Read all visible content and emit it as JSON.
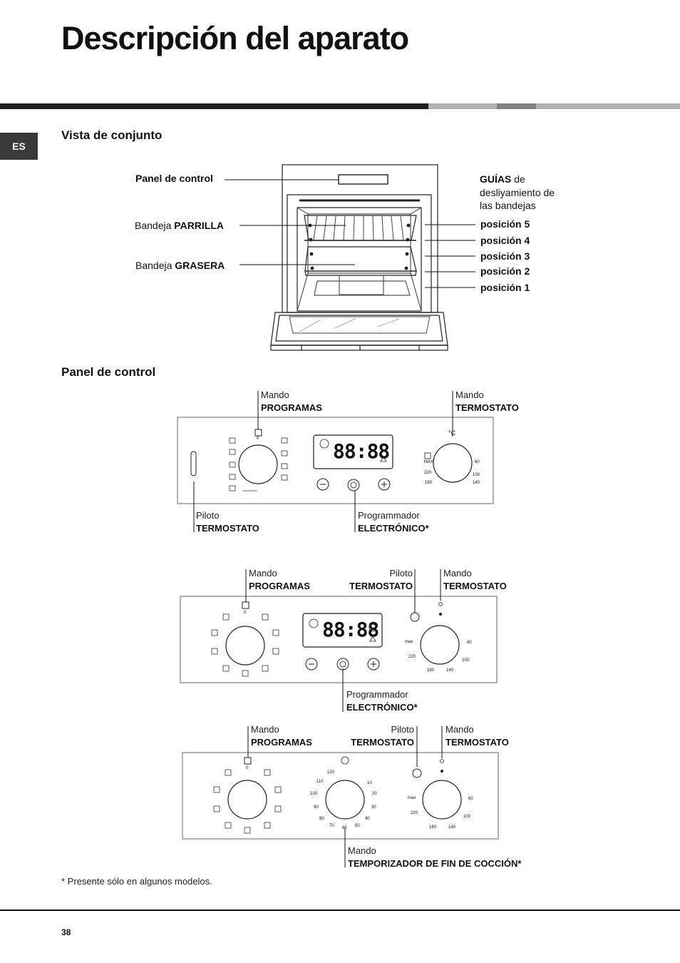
{
  "page_title": "Descripción del aparato",
  "language_tab": "ES",
  "overview": {
    "heading": "Vista de conjunto",
    "control_panel_label": "Panel de control",
    "rack_prefix": "Bandeja ",
    "rack_name": "PARRILLA",
    "drip_prefix": "Bandeja ",
    "drip_name": "GRASERA",
    "guides_bold": "GUÍAS",
    "guides_rest": " de",
    "guides_line2": "desliyamiento de",
    "guides_line3": "las bandejas",
    "positions": [
      "posición 5",
      "posición 4",
      "posición 3",
      "posición 2",
      "posición 1"
    ]
  },
  "panel_section": {
    "heading": "Panel de control",
    "panel1": {
      "prog_knob_l1": "Mando",
      "prog_knob_l2": "PROGRAMAS",
      "thermo_knob_l1": "Mando",
      "thermo_knob_l2": "TERMOSTATO",
      "pilot_l1": "Piloto",
      "pilot_l2": "TERMOSTATO",
      "timer_l1": "Programmador",
      "timer_l2": "ELECTRÓNICO*",
      "display": "88:88",
      "prog_zero": "0",
      "thermo_unit": "°C",
      "thermo_ticks": [
        "MAX",
        "60",
        "220",
        "100",
        "180",
        "140"
      ]
    },
    "panel2": {
      "prog_knob_l1": "Mando",
      "prog_knob_l2": "PROGRAMAS",
      "pilot_l1": "Piloto",
      "pilot_l2": "TERMOSTATO",
      "thermo_knob_l1": "Mando",
      "thermo_knob_l2": "TERMOSTATO",
      "timer_l1": "Programmador",
      "timer_l2": "ELECTRÓNICO*",
      "display": "88:88",
      "prog_zero": "0",
      "thermo_ticks": [
        "max",
        "60",
        "220",
        "100",
        "180",
        "140"
      ]
    },
    "panel3": {
      "prog_knob_l1": "Mando",
      "prog_knob_l2": "PROGRAMAS",
      "pilot_l1": "Piloto",
      "pilot_l2": "TERMOSTATO",
      "thermo_knob_l1": "Mando",
      "thermo_knob_l2": "TERMOSTATO",
      "end_timer_l1": "Mando",
      "end_timer_l2": "TEMPORIZADOR DE FIN DE COCCIÓN*",
      "prog_zero": "0",
      "timer_ticks": [
        "120",
        "110",
        "100",
        "90",
        "80",
        "70",
        "60",
        "50",
        "40",
        "30",
        "20",
        "10"
      ],
      "thermo_ticks": [
        "max",
        "60",
        "220",
        "100",
        "180",
        "140"
      ]
    }
  },
  "footnote": "* Presente sólo en algunos modelos.",
  "page_number": "38",
  "colors": {
    "dark_bar": "#231f20",
    "light_bar": "#b3b3b3",
    "mid_bar": "#808080",
    "lang_tab": "#3a3a3a",
    "panel_border": "#999999"
  }
}
